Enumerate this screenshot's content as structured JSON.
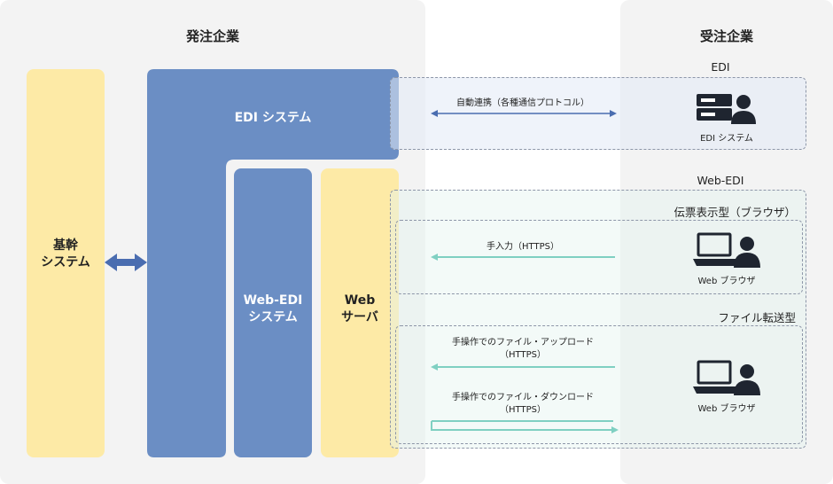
{
  "left_panel": {
    "title": "発注企業"
  },
  "right_panel": {
    "title": "受注企業"
  },
  "core_system": {
    "label": "基幹\nシステム"
  },
  "edi_system": {
    "label": "EDI システム"
  },
  "webedi_system": {
    "label": "Web-EDI\nシステム"
  },
  "web_server": {
    "label": "Web\nサーバ"
  },
  "edi_group": {
    "title": "EDI",
    "arrow_label": "自動連携（各種通信プロトコル）",
    "device_caption": "EDI システム"
  },
  "webedi_group": {
    "title": "Web-EDI",
    "slip_section": {
      "title": "伝票表示型（ブラウザ）",
      "arrow_label": "手入力（HTTPS）",
      "device_caption": "Web ブラウザ"
    },
    "file_section": {
      "title": "ファイル転送型",
      "upload_label": "手操作でのファイル・アップロード\n（HTTPS）",
      "download_label": "手操作でのファイル・ダウンロード\n（HTTPS）",
      "device_caption": "Web ブラウザ"
    }
  },
  "colors": {
    "panel_bg": "#f3f3f3",
    "yellow": "#fdeaa6",
    "blue": "#6b8ec4",
    "arrow_blue": "#4a6db0",
    "arrow_teal": "#7fd0c2",
    "icon_dark": "#1f2530"
  }
}
